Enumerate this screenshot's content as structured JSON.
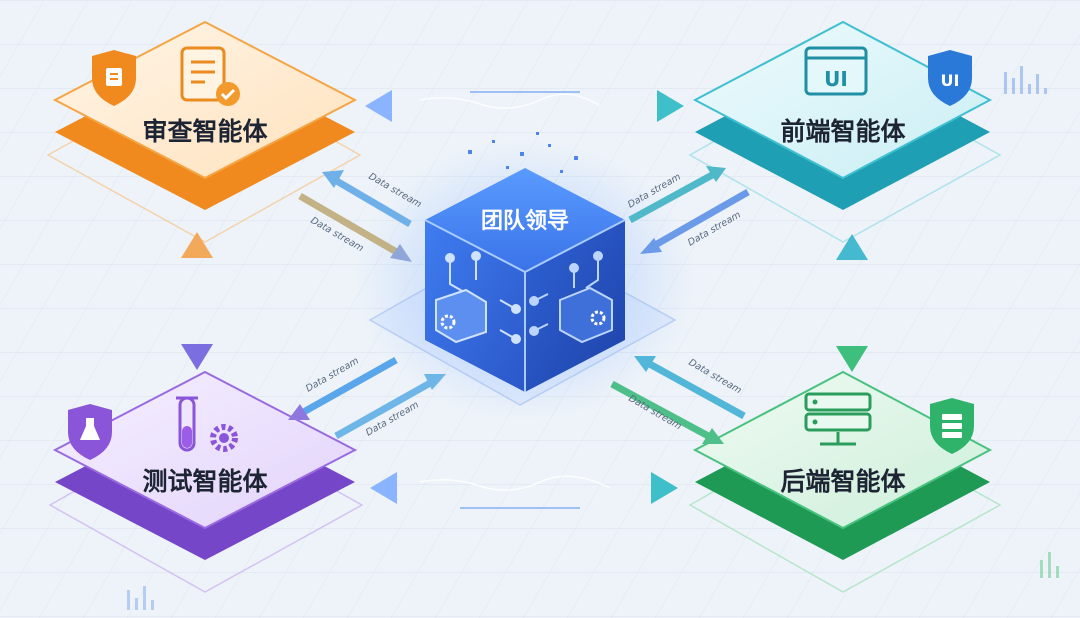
{
  "hub": {
    "label": "团队领导"
  },
  "nodes": {
    "review": {
      "label": "审查智能体",
      "color": "#f39a2c"
    },
    "frontend": {
      "label": "前端智能体",
      "color": "#2bb3c8",
      "icon_text": "UI"
    },
    "testing": {
      "label": "测试智能体",
      "color": "#8a55d8"
    },
    "backend": {
      "label": "后端智能体",
      "color": "#2fb36a"
    }
  },
  "stream_label": "Data stream"
}
